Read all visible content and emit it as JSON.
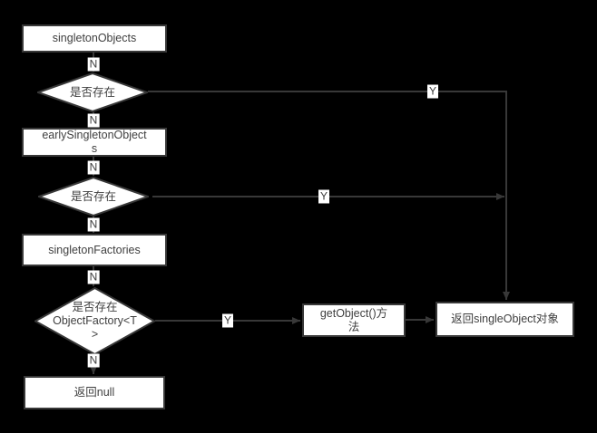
{
  "diagram": {
    "description": "flowchart",
    "colors": {
      "background": "#000000",
      "node_fill": "#ffffff",
      "stroke": "#383838",
      "text": "#3f3f3f"
    },
    "nodes": [
      {
        "id": "singleton-objects",
        "type": "process",
        "label": "singletonObjects"
      },
      {
        "id": "check-singleton-objects",
        "type": "decision",
        "label": "是否存在"
      },
      {
        "id": "early-singleton-objects",
        "type": "process",
        "label": "earlySingletonObject\ns"
      },
      {
        "id": "check-early-singleton-objects",
        "type": "decision",
        "label": "是否存在"
      },
      {
        "id": "singleton-factories",
        "type": "process",
        "label": "singletonFactories"
      },
      {
        "id": "check-object-factory",
        "type": "decision",
        "label": "是否存在\nObjectFactory<T\n>"
      },
      {
        "id": "return-null",
        "type": "process",
        "label": "返回null"
      },
      {
        "id": "get-object-method",
        "type": "process",
        "label": "getObject()方\n法"
      },
      {
        "id": "return-single-object",
        "type": "process",
        "label": "返回singleObject对象"
      }
    ],
    "edge_labels": [
      {
        "id": "n1",
        "text": "N"
      },
      {
        "id": "n2",
        "text": "N"
      },
      {
        "id": "n3",
        "text": "N"
      },
      {
        "id": "n4",
        "text": "N"
      },
      {
        "id": "n5",
        "text": "N"
      },
      {
        "id": "n6",
        "text": "N"
      },
      {
        "id": "y1",
        "text": "Y"
      },
      {
        "id": "y2",
        "text": "Y"
      },
      {
        "id": "y3",
        "text": "Y"
      }
    ]
  }
}
